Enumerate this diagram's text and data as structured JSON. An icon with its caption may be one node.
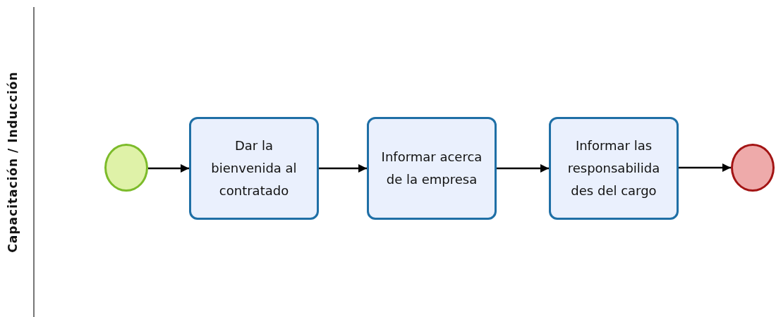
{
  "diagram": {
    "nodes": [
      {
        "text": [],
        "shape": "circle"
      },
      {
        "text": [
          "Dar la bienvenida al contratado"
        ]
      },
      {
        "text": [
          "Informar acerca de la empresa"
        ]
      },
      {
        "text": [
          "Informar las responsabilida des del cargo"
        ]
      },
      {
        "text": [],
        "shape": "circle"
      }
    ],
    "edges": [
      {
        "from": 0,
        "to": 1,
        "arrow": "to"
      },
      {
        "from": 1,
        "to": 2,
        "arrow": "to"
      },
      {
        "from": 2,
        "to": 3,
        "arrow": "to"
      },
      {
        "from": 3,
        "to": 4,
        "arrow": "to"
      }
    ],
    "labels": [
      "Capacitación / Inducción"
    ]
  }
}
